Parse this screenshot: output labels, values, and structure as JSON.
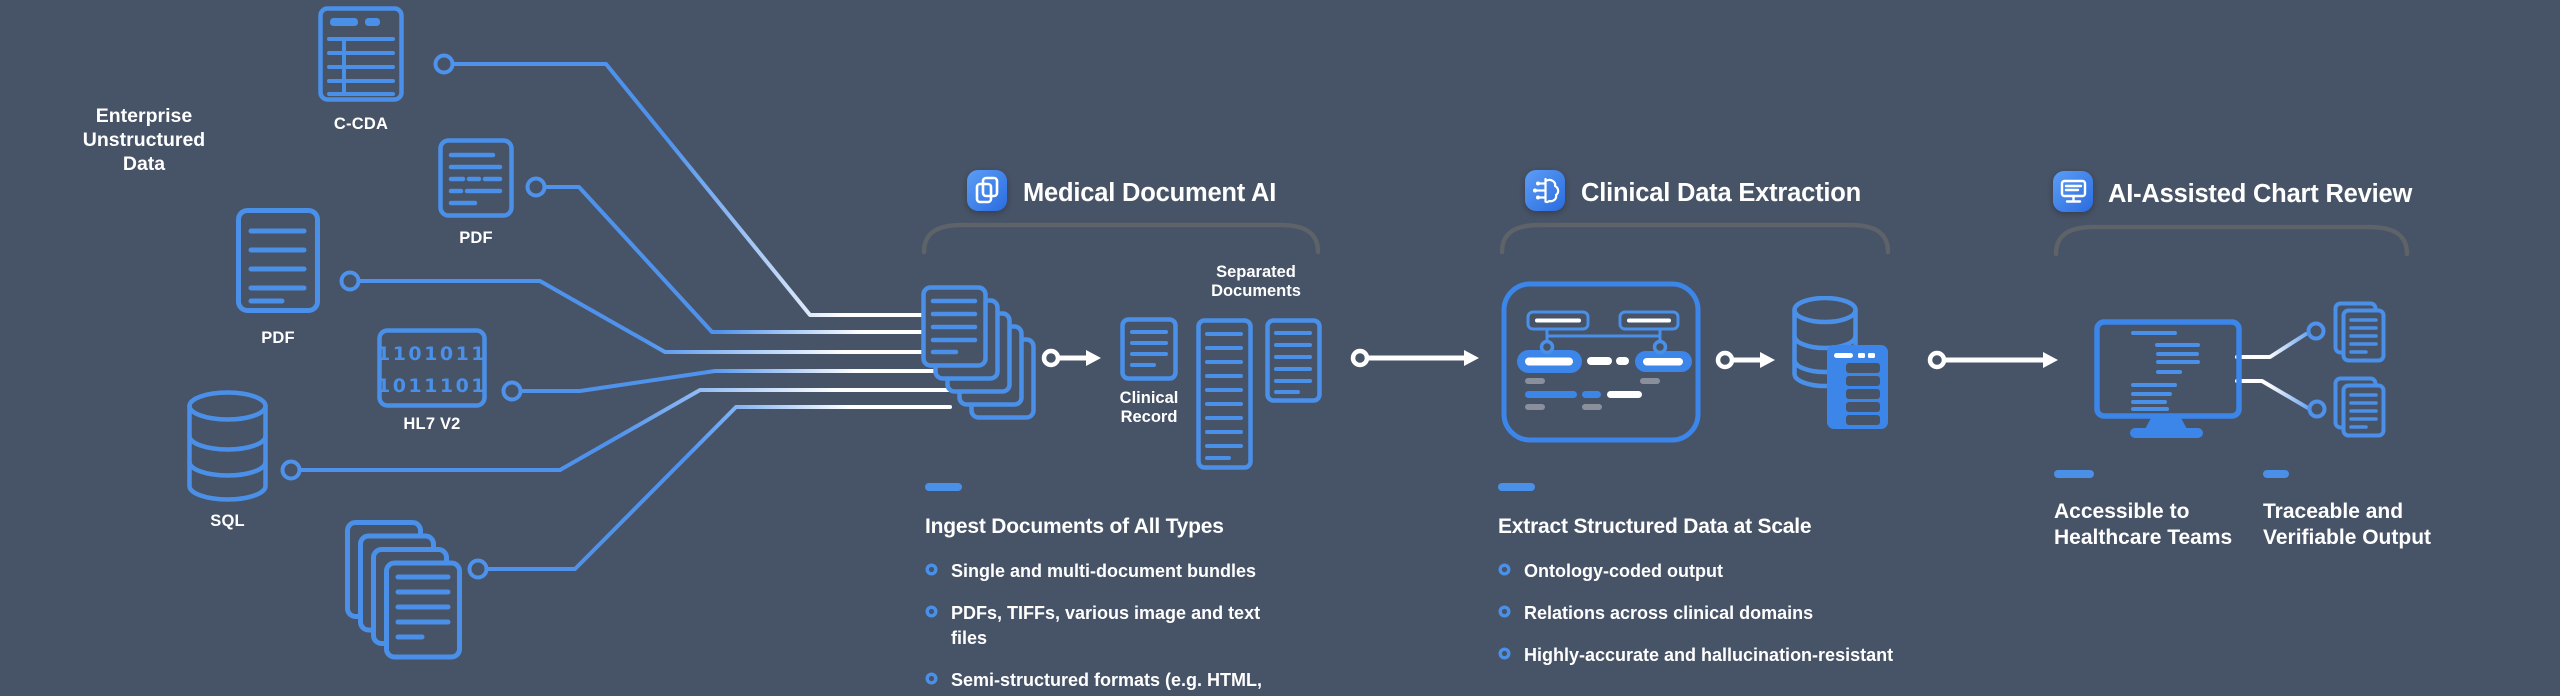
{
  "colors": {
    "background": "#475366",
    "accent_blue": "#4a90e8",
    "line_blue": "#4e92ec",
    "fill_blue": "#3c86ea",
    "white": "#ffffff",
    "brace_gray": "#5e6269",
    "muted_gray_bar": "#8a909b"
  },
  "left": {
    "title_lines": [
      "Enterprise",
      "Unstructured",
      "Data"
    ],
    "sources": [
      {
        "label": "C-CDA",
        "icon": "table-document-icon"
      },
      {
        "label": "PDF",
        "icon": "pdf-document-icon"
      },
      {
        "label": "PDF",
        "icon": "pdf-document-icon"
      },
      {
        "label": "HL7 V2",
        "icon": "binary-message-icon",
        "binary_rows": [
          "1101011",
          "1011101"
        ]
      },
      {
        "label": "SQL",
        "icon": "database-icon"
      },
      {
        "label": "",
        "icon": "document-stack-icon"
      }
    ]
  },
  "stage1": {
    "title": "Medical Document AI",
    "icon": "document-copy-icon",
    "separated_documents_label": [
      "Separated",
      "Documents"
    ],
    "clinical_record_label": [
      "Clinical",
      "Record"
    ],
    "subheading": "Ingest Documents of All Types",
    "bullets": [
      "Single and multi-document bundles",
      "PDFs, TIFFs, various image and text files",
      "Semi-structured formats (e.g. HTML, C-CDA, FHIR)"
    ]
  },
  "stage2": {
    "title": "Clinical Data Extraction",
    "icon": "brain-icon",
    "subheading": "Extract Structured Data at Scale",
    "bullets": [
      "Ontology-coded output",
      "Relations across clinical domains",
      "Highly-accurate and hallucination-resistant"
    ]
  },
  "stage3": {
    "title": "AI-Assisted Chart Review",
    "icon": "monitor-chat-icon",
    "callouts": [
      {
        "lines": [
          "Accessible to",
          "Healthcare Teams"
        ]
      },
      {
        "lines": [
          "Traceable and",
          "Verifiable Output"
        ]
      }
    ]
  }
}
